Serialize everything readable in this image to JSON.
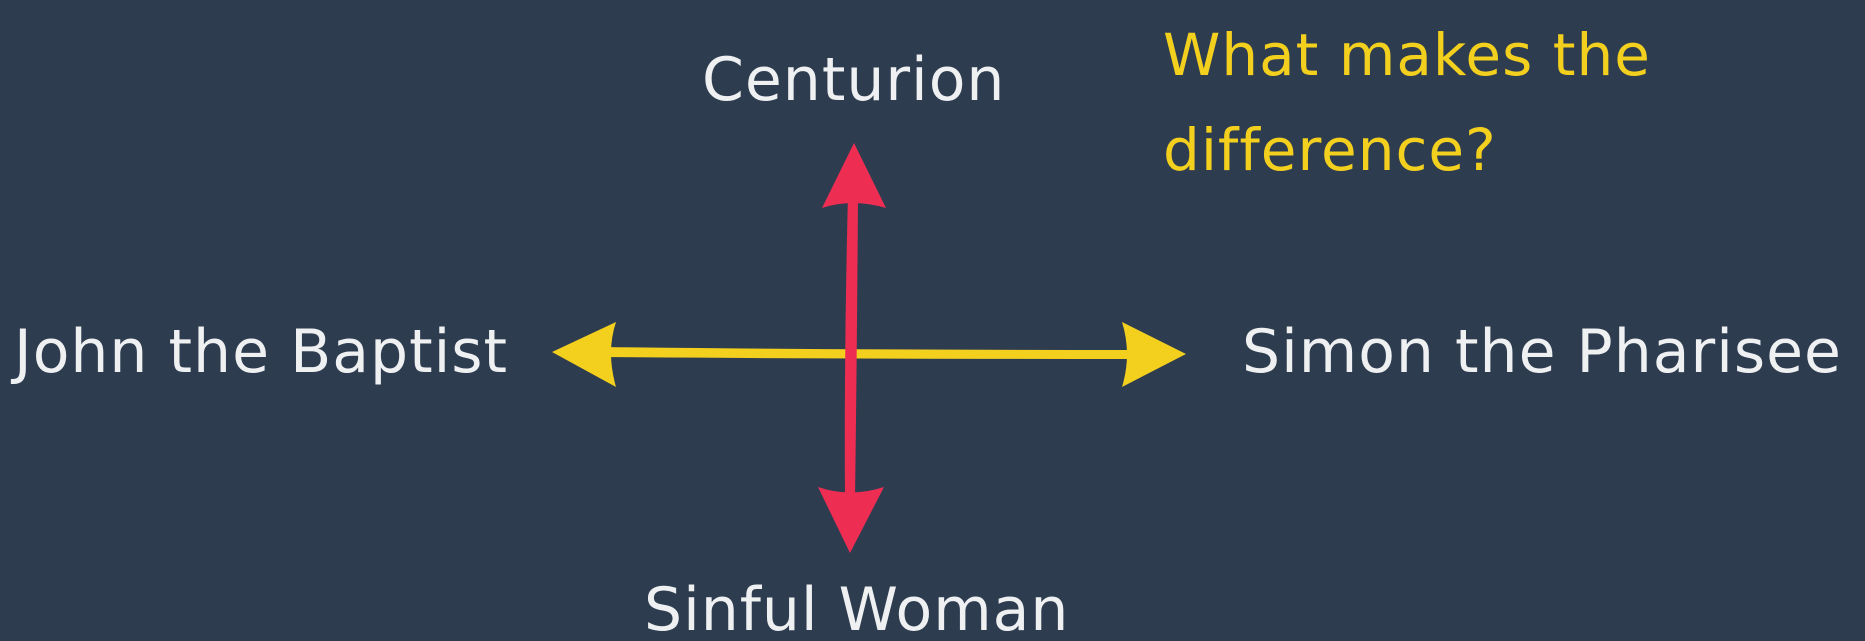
{
  "labels": {
    "top": "Centurion",
    "left": "John the Baptist",
    "right": "Simon the Pharisee",
    "bottom": "Sinful Woman"
  },
  "question": {
    "line1": "What makes the",
    "line2": "difference?"
  },
  "colors": {
    "background": "#2e3c4f",
    "label_text": "#eef0f2",
    "horizontal_arrow": "#f3cf1e",
    "vertical_arrow": "#ee2d53",
    "question_text": "#f3cf1e"
  }
}
